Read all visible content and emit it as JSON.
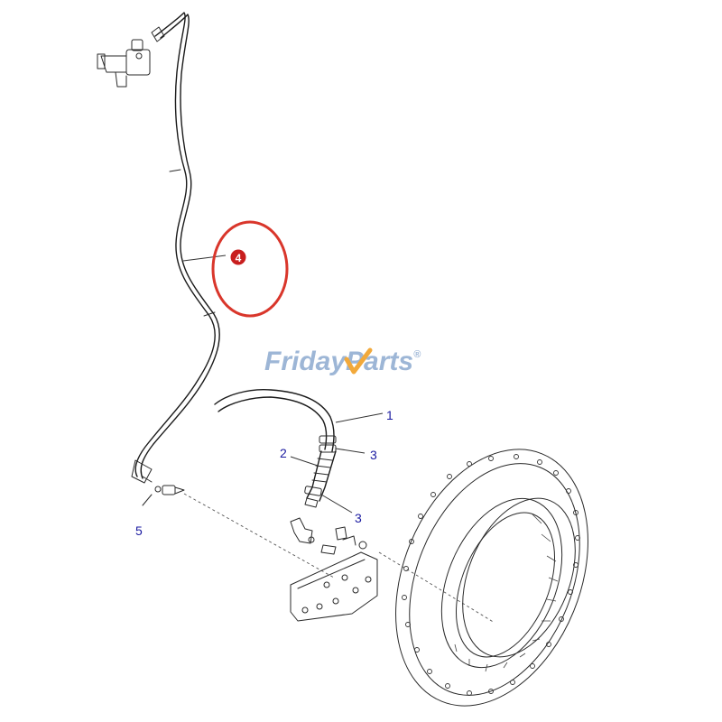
{
  "watermark": {
    "part1": "Friday",
    "part2": "Parts",
    "symbol": "®",
    "color_main": "#9db6d6",
    "color_accent": "#f2a93b"
  },
  "callouts": [
    {
      "id": "1",
      "label": "1"
    },
    {
      "id": "2",
      "label": "2"
    },
    {
      "id": "3a",
      "label": "3"
    },
    {
      "id": "3b",
      "label": "3"
    },
    {
      "id": "4",
      "label": "4"
    },
    {
      "id": "5",
      "label": "5"
    }
  ],
  "highlight": {
    "target": "4",
    "ring_color": "#d9362b",
    "badge_color": "#c81e1e"
  },
  "chart_data": null
}
